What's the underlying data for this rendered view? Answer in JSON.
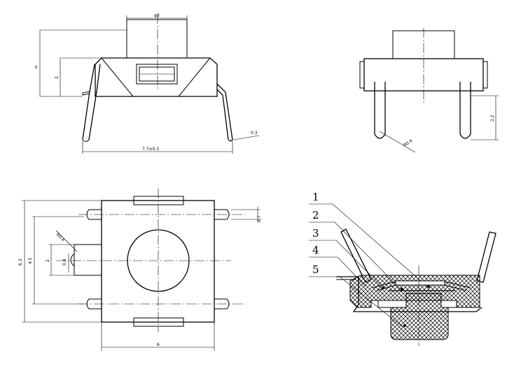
{
  "front_view": {
    "width_label": "7.7±0.3",
    "height_label": "H",
    "body_height_label": "2",
    "actuator_label": "φ3",
    "lead_label": "0.3"
  },
  "side_view": {
    "radius_label": "R0.4",
    "pin_length_label": "2.2"
  },
  "top_view": {
    "overall_label": "6.3",
    "pitch_label": "4.5",
    "body_width_label": "6",
    "pad_width_label": "0.7",
    "radius_label": "R0.4",
    "slot_height_label": "2",
    "slot_width_label": "0.8"
  },
  "section_view": {
    "callouts": [
      "1",
      "2",
      "3",
      "4",
      "5"
    ]
  }
}
